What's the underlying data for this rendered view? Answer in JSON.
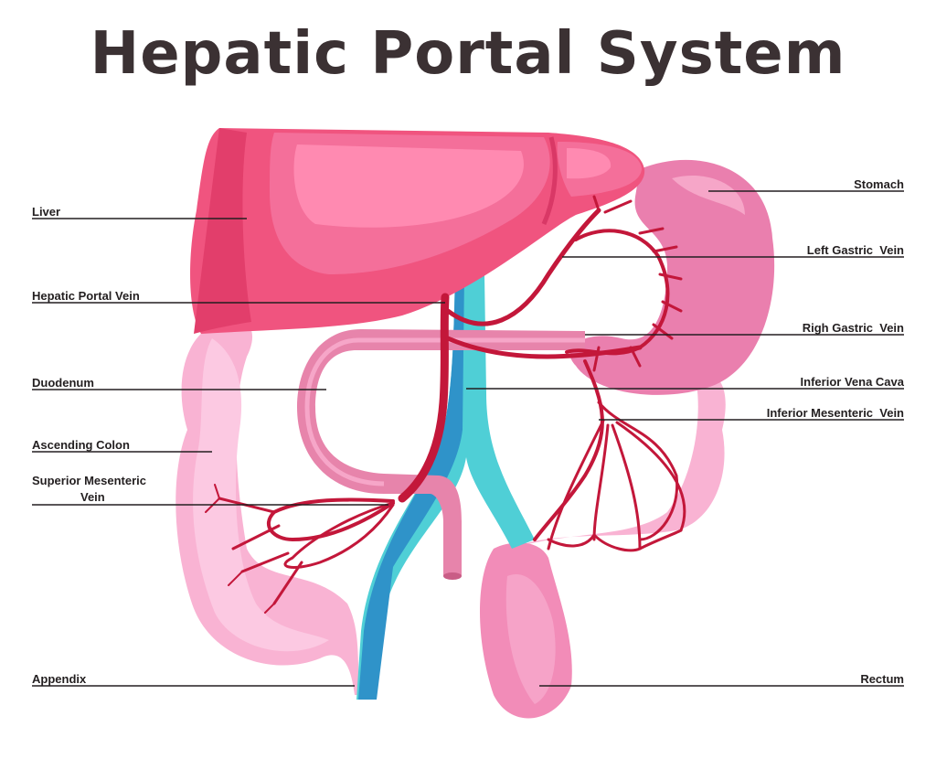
{
  "title": "Hepatic Portal System",
  "labels": {
    "liver": "Liver",
    "hepatic_portal_vein": "Hepatic Portal Vein",
    "duodenum": "Duodenum",
    "ascending_colon": "Ascending Colon",
    "superior_mesenteric_vein_line1": "Superior Mesenteric",
    "superior_mesenteric_vein_line2": "Vein",
    "appendix": "Appendix",
    "stomach": "Stomach",
    "left_gastric_vein": "Left Gastric  Vein",
    "righ_gastric_vein": "Righ Gastric  Vein",
    "inferior_vena_cava": "Inferior Vena Cava",
    "inferior_mesenteric_vein": "Inferior Mesenteric  Vein",
    "rectum": "Rectum"
  },
  "colors": {
    "liver": "#f0547f",
    "liver_highlight": "#ff8ab1",
    "vein": "#c3173a",
    "vena_cava": "#4fcfd6",
    "colon": "#f9b3d3",
    "stomach": "#ea7fae",
    "duodenum": "#e784ab",
    "title": "#3b3133"
  }
}
